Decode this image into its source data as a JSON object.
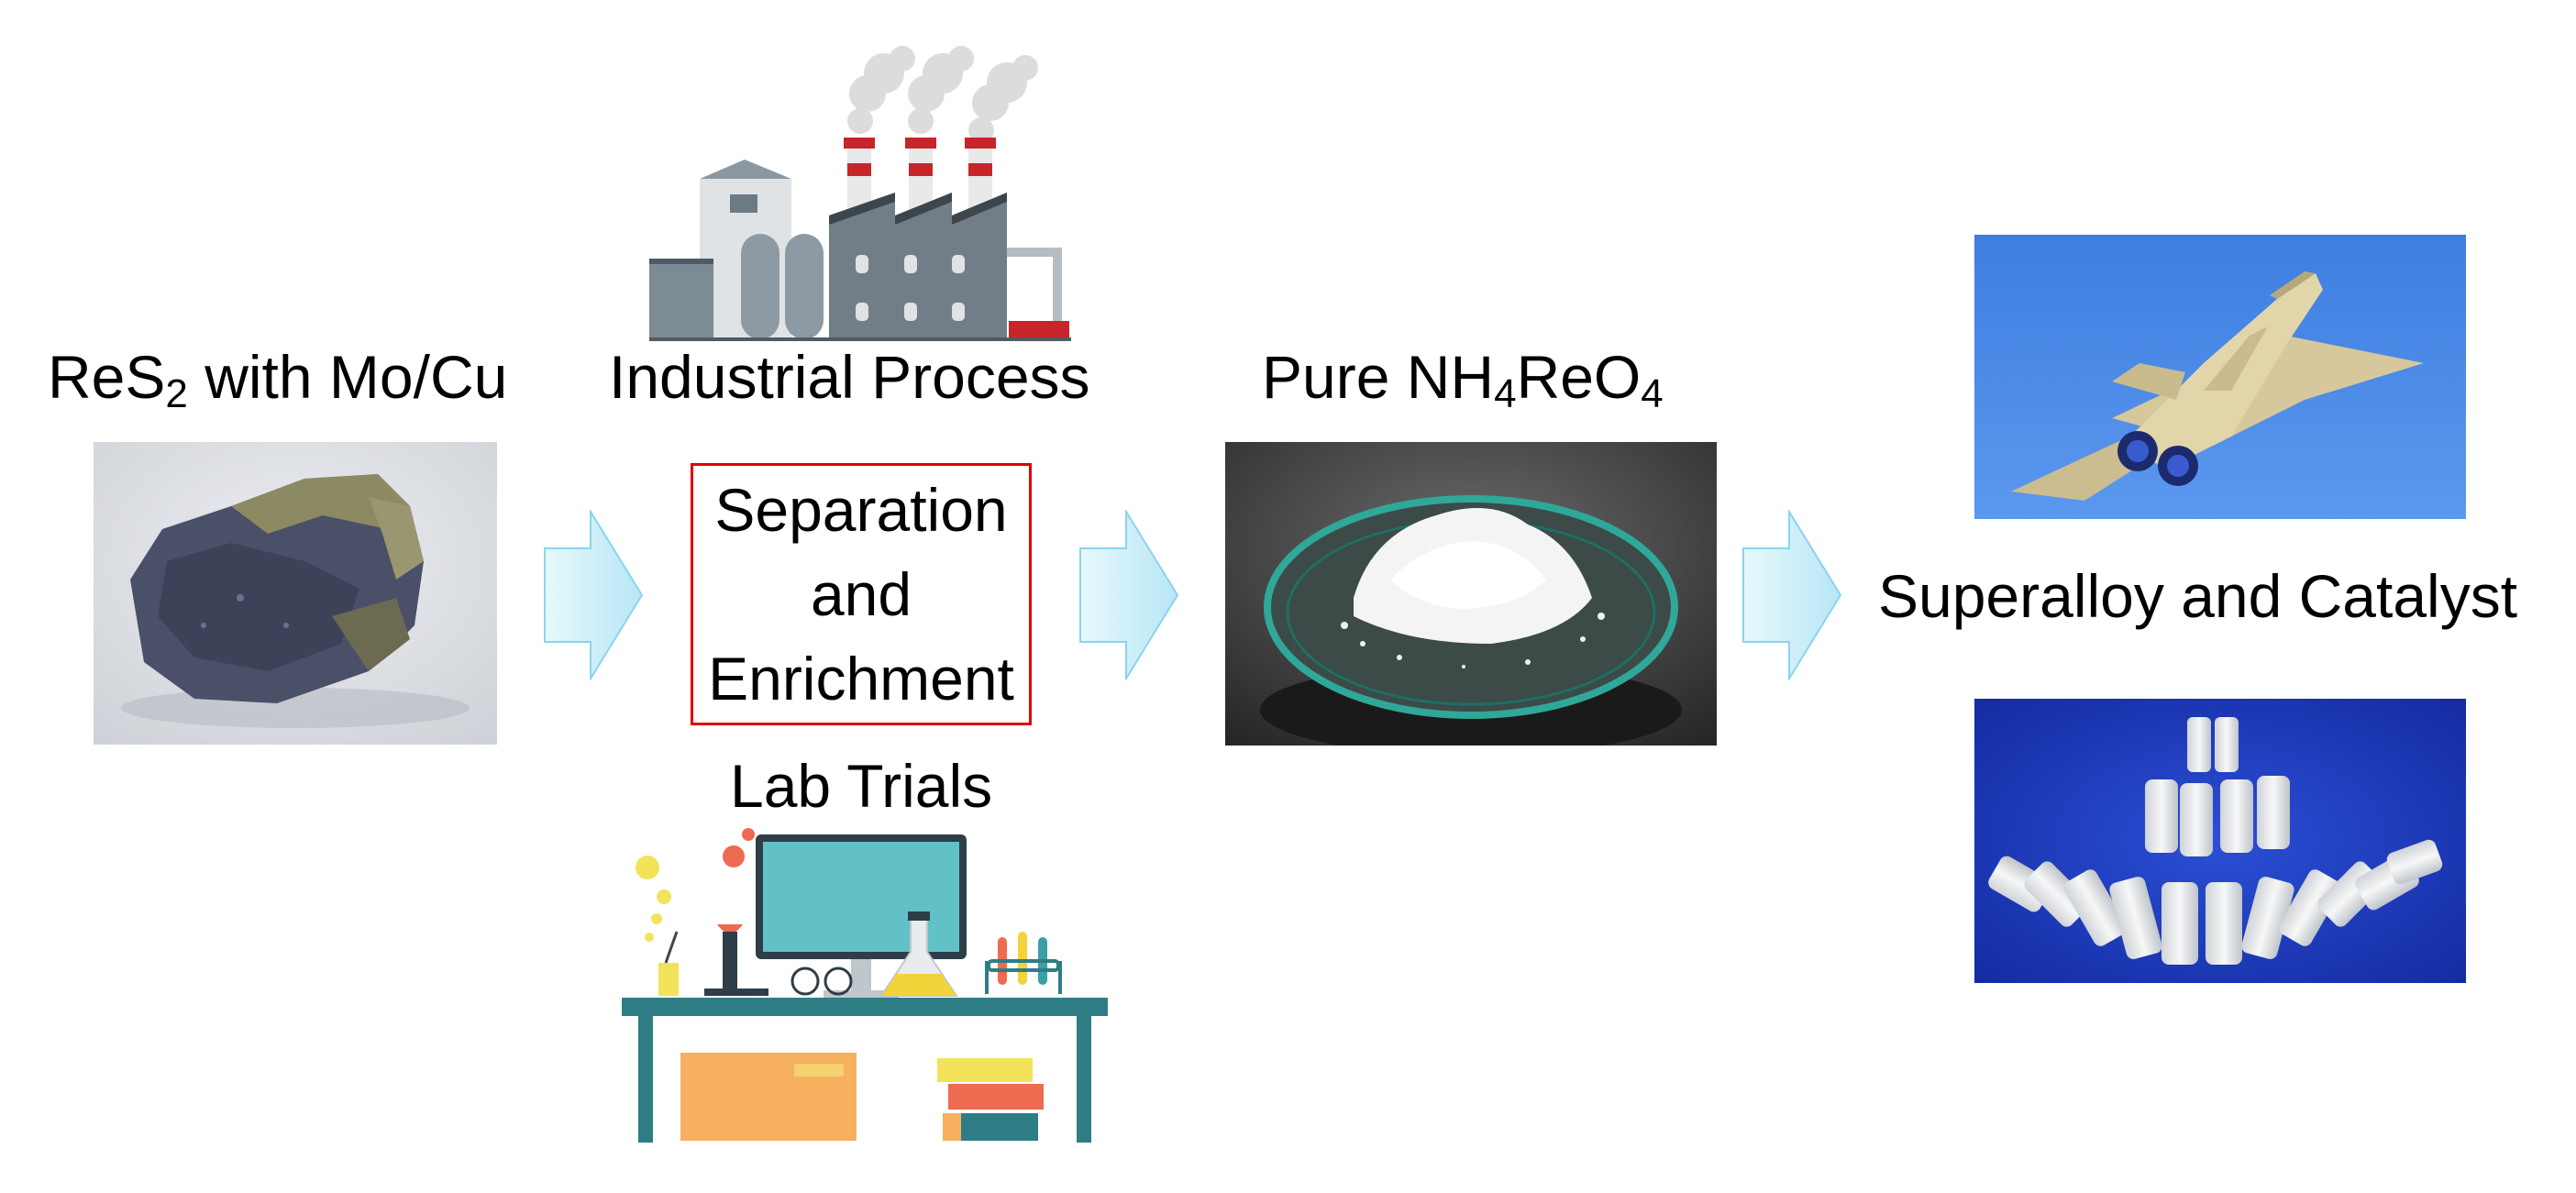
{
  "labels": {
    "ore": {
      "prefix": "ReS",
      "sub": "2",
      "suffix": " with Mo/Cu"
    },
    "industrial": "Industrial Process",
    "pure": {
      "prefix": "Pure NH",
      "sub1": "4",
      "mid": "ReO",
      "sub2": "4"
    },
    "application": "Superalloy and Catalyst",
    "lab": "Lab Trials"
  },
  "box": {
    "lines": [
      "Separation",
      "and",
      "Enrichment"
    ],
    "border_color": "#e00000"
  },
  "colors": {
    "arrow_fill": "#c8eef8",
    "arrow_stroke": "#8ad4ec"
  },
  "icons": [
    "ore-rock-photo",
    "factory-icon",
    "lab-desk-icon",
    "powder-dish-photo",
    "jet-aircraft-photo",
    "powder-vials-photo"
  ]
}
